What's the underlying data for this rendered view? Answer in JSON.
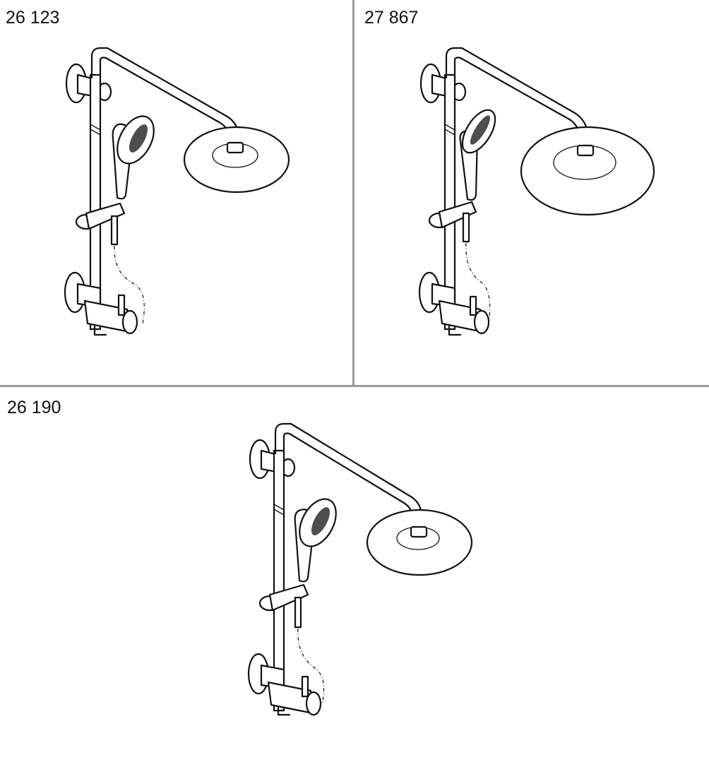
{
  "panels": [
    {
      "code": "26 123"
    },
    {
      "code": "27 867"
    },
    {
      "code": "26 190"
    }
  ],
  "colors": {
    "divider": "#9a9a9a",
    "ink": "#111111",
    "background": "#ffffff"
  }
}
